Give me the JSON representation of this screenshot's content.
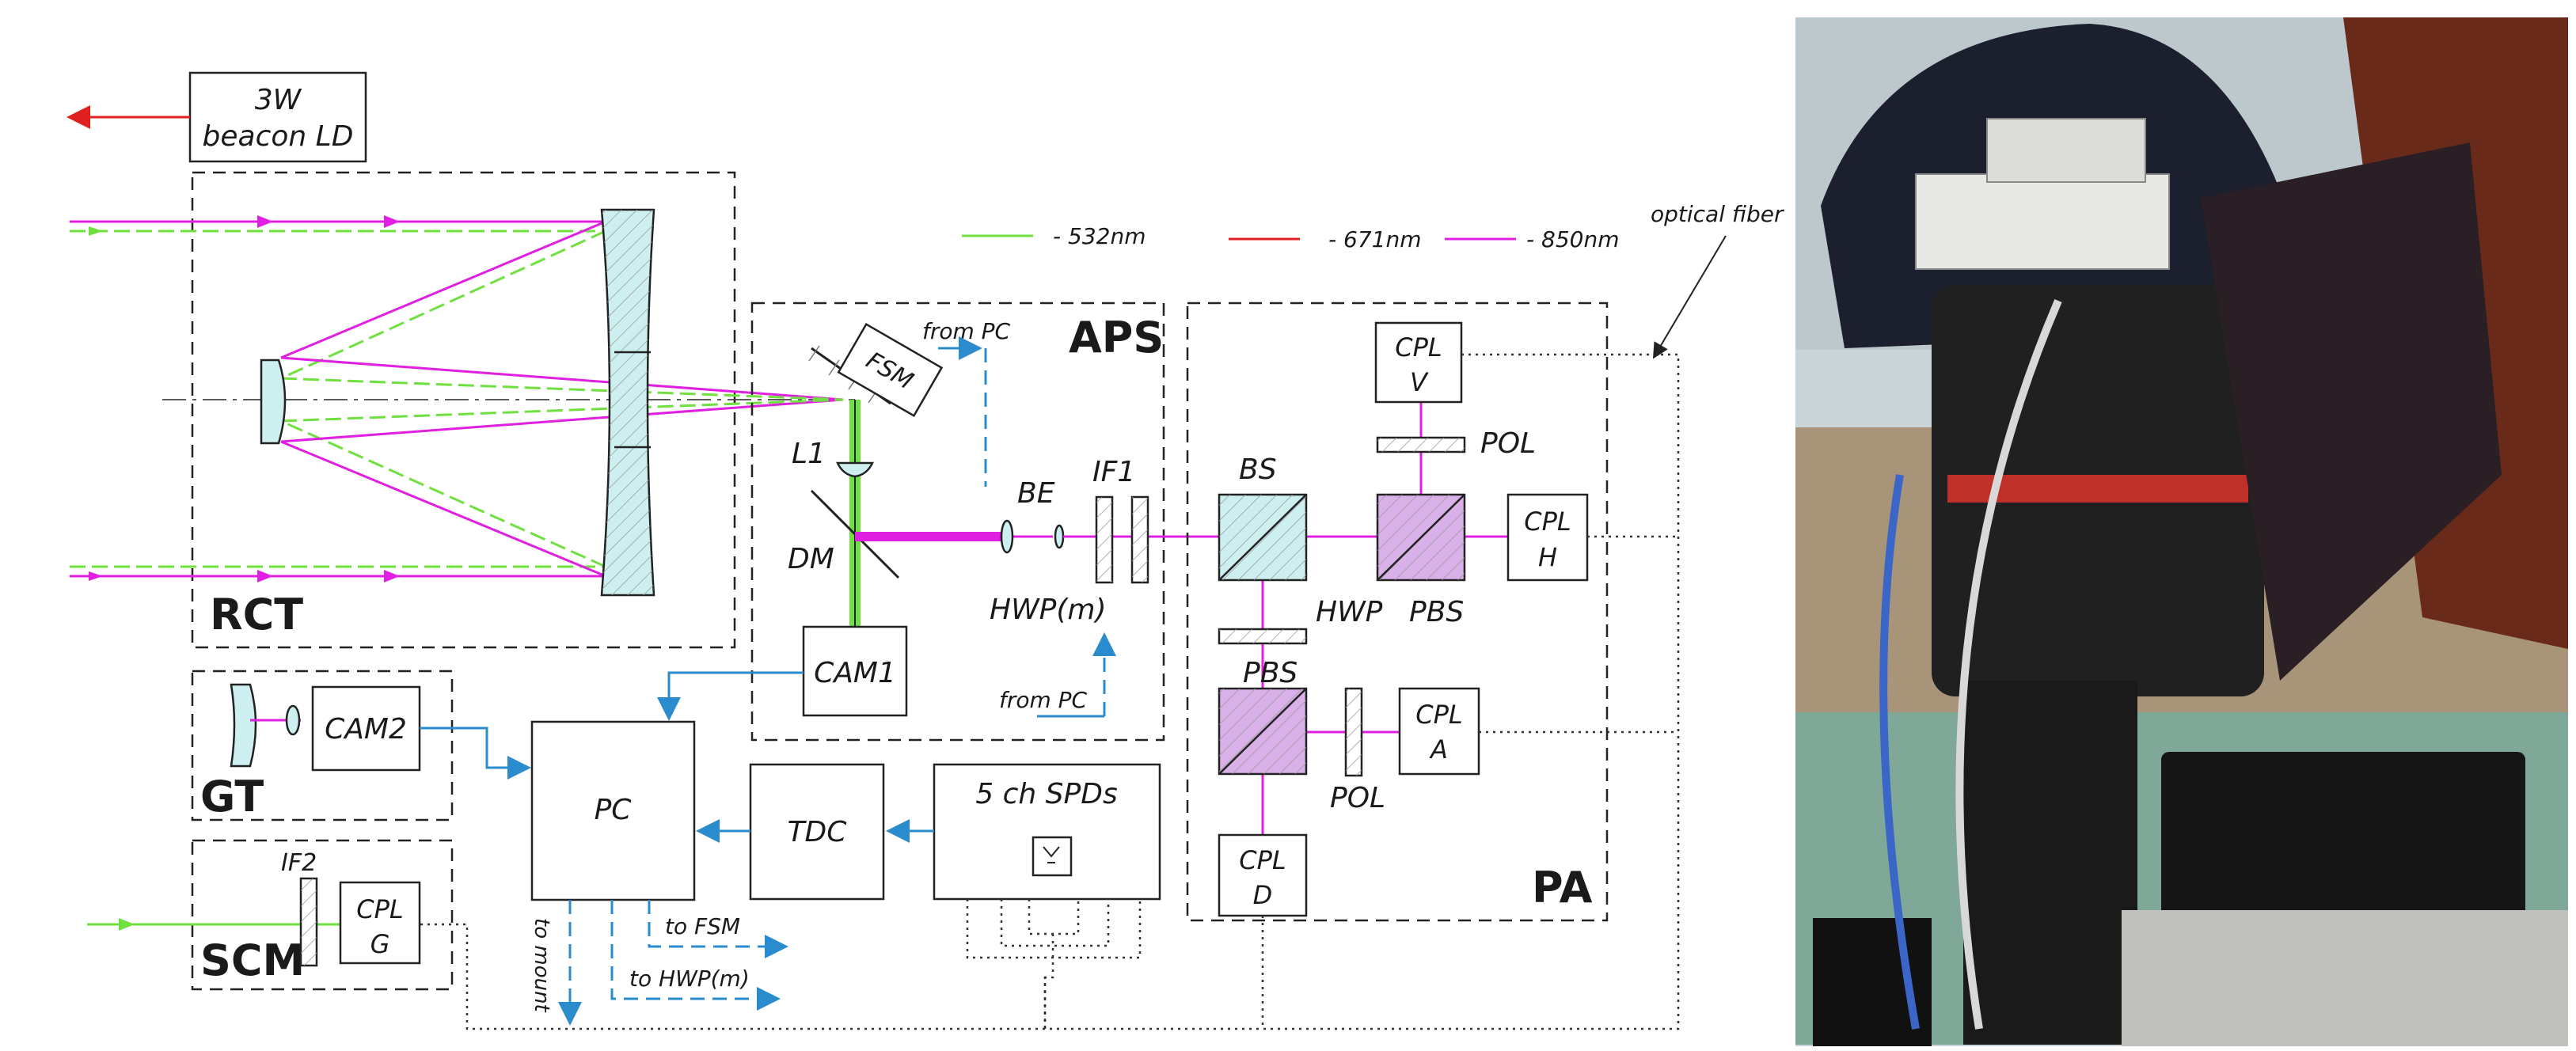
{
  "labels": {
    "beacon": [
      "3W",
      "beacon LD"
    ],
    "rct": "RCT",
    "gt": "GT",
    "scm": "SCM",
    "aps": "APS",
    "pa": "PA",
    "fsm": "FSM",
    "from_pc_top": "from PC",
    "from_pc_bottom": "from PC",
    "l1": "L1",
    "dm": "DM",
    "be": "BE",
    "if1": "IF1",
    "hwp_m": "HWP(m)",
    "cam1": "CAM1",
    "cam2": "CAM2",
    "if2": "IF2",
    "cpl_g": [
      "CPL",
      "G"
    ],
    "pc": "PC",
    "tdc": "TDC",
    "spds": "5 ch SPDs",
    "bs": "BS",
    "hwp": "HWP",
    "pbs_top": "PBS",
    "pbs_bottom": "PBS",
    "pol_top": "POL",
    "pol_bottom": "POL",
    "cpl_v": [
      "CPL",
      "V"
    ],
    "cpl_h": [
      "CPL",
      "H"
    ],
    "cpl_a": [
      "CPL",
      "A"
    ],
    "cpl_d": [
      "CPL",
      "D"
    ],
    "optical_fiber": "optical fiber",
    "to_mount": "to mount",
    "to_fsm": "to FSM",
    "to_hwp": "to HWP(m)"
  },
  "legend": [
    {
      "text": "- 532nm",
      "color": "#70e040"
    },
    {
      "text": "- 671nm",
      "color": "#e02020"
    },
    {
      "text": "- 850nm",
      "color": "#e020e0"
    }
  ],
  "colors": {
    "beam_850": "#e020e0",
    "beam_532": "#70e040",
    "beam_671": "#e02020",
    "control": "#2a8ccc",
    "glass": "#cdeff0",
    "pbs": "#d9b0e8"
  }
}
